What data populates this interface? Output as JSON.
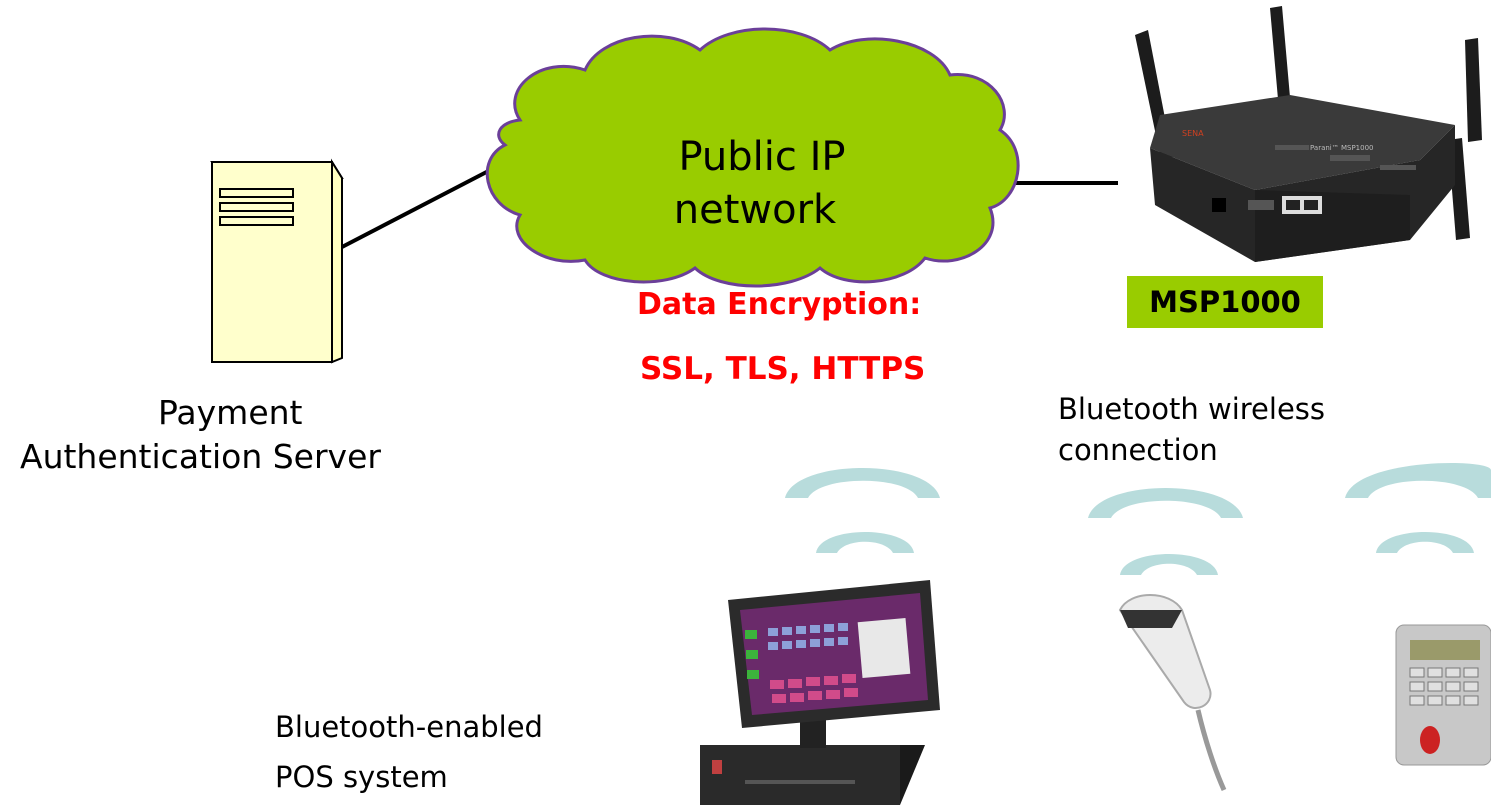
{
  "cloud": {
    "line1": "Public IP",
    "line2": "network"
  },
  "encryption": {
    "title": "Data Encryption:",
    "protocols": "SSL, TLS, HTTPS"
  },
  "server": {
    "label_line1": "Payment",
    "label_line2": "Authentication Server"
  },
  "access_point": {
    "label": "MSP1000",
    "brand": "SENA",
    "model": "Parani™ MSP1000"
  },
  "bluetooth": {
    "label_line1": "Bluetooth wireless",
    "label_line2": "connection"
  },
  "pos": {
    "label_line1": "Bluetooth-enabled",
    "label_line2": "POS system"
  },
  "colors": {
    "cloud_fill": "#99cc00",
    "cloud_stroke": "#6b3f99",
    "signal": "#b8dcdc",
    "encryption_text": "#ff0000",
    "msp_box": "#99cc00"
  }
}
